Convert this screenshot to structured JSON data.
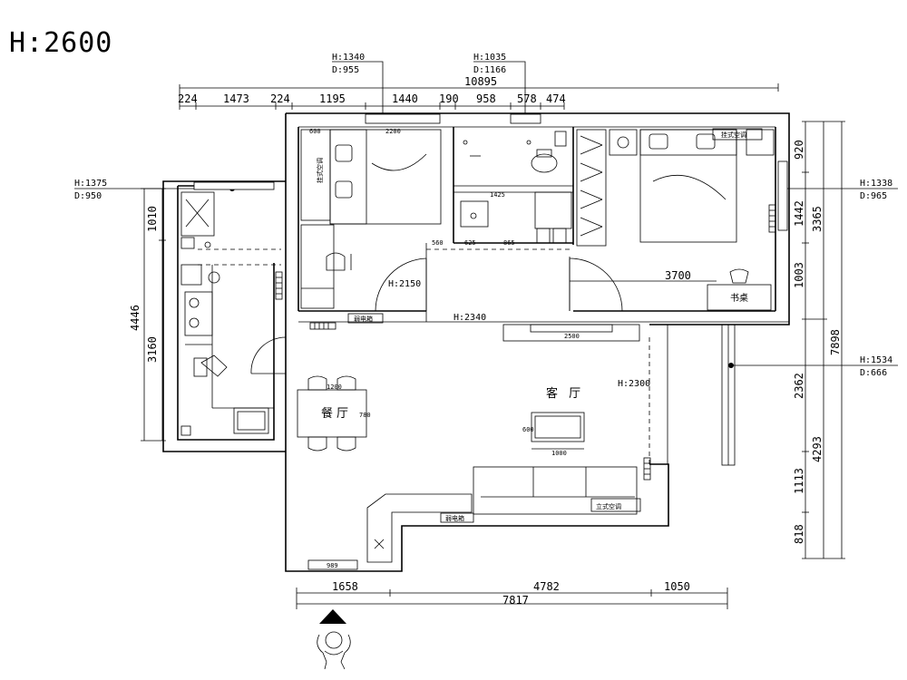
{
  "title": "H:2600",
  "top_dimensions": {
    "total": "10895",
    "segments": [
      "224",
      "1473",
      "224",
      "1195",
      "1440",
      "190",
      "958",
      "578",
      "474"
    ]
  },
  "bottom_dimensions": {
    "total": "7817",
    "segments": [
      "1658",
      "4782",
      "1050"
    ]
  },
  "left_dimensions": {
    "outer": "4446",
    "inner": [
      "1010",
      "3160"
    ]
  },
  "right_dimensions": {
    "total": "7898",
    "upper": "3365",
    "lower": "4293",
    "segments": [
      "920",
      "1442",
      "1003",
      "2362",
      "1113",
      "818"
    ]
  },
  "window_callouts": [
    {
      "h": "H:1340",
      "d": "D:955"
    },
    {
      "h": "H:1035",
      "d": "D:1166"
    },
    {
      "h": "H:1375",
      "d": "D:950"
    },
    {
      "h": "H:1338",
      "d": "D:965"
    },
    {
      "h": "H:1534",
      "d": "D:666"
    }
  ],
  "rooms": {
    "living": "客 厅",
    "dining": "餐厅"
  },
  "labels": {
    "desk": "书桌",
    "ac_bedroom_right": "挂式空调",
    "ac_bedroom_left": "挂式空调",
    "cabinet_tv": "2500",
    "media_box_top": "弱电箱",
    "media_box_bottom": "弱电箱",
    "ac_living": "立式空调",
    "h_door_bedroom": "H:2150",
    "h_corridor": "H:2340",
    "h_living": "H:2300",
    "dim_3700": "3700",
    "dim_1425": "1425",
    "dim_560": "560",
    "dim_625": "625",
    "dim_865": "865",
    "dim_600": "600",
    "dim_2200": "2200",
    "dim_1200": "1200",
    "dim_780": "780",
    "dim_1000": "1000",
    "dim_600_table": "600",
    "dim_989": "989"
  }
}
